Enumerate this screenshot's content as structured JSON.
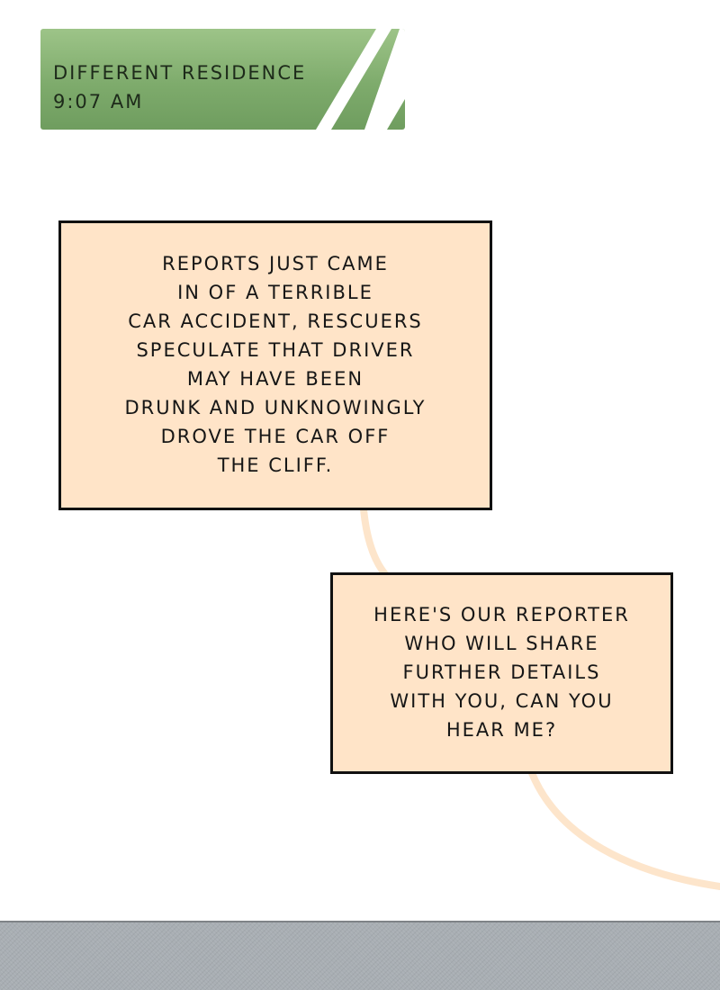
{
  "caption": {
    "lines": [
      "DIFFERENT RESIDENCE",
      "9:07 AM"
    ]
  },
  "bubbles": [
    {
      "lines": [
        "REPORTS JUST CAME",
        "IN OF A TERRIBLE",
        "CAR ACCIDENT, RESCUERS",
        "SPECULATE THAT DRIVER",
        "MAY HAVE BEEN",
        "DRUNK AND UNKNOWINGLY",
        "DROVE THE CAR OFF",
        "THE CLIFF."
      ]
    },
    {
      "lines": [
        "HERE'S OUR REPORTER",
        "WHO WILL SHARE",
        "FURTHER DETAILS",
        "WITH YOU, CAN YOU",
        "HEAR ME?"
      ]
    }
  ],
  "colors": {
    "caption_green": "#86b273",
    "bubble_fill": "#ffe4c8",
    "bubble_tail": "#fde5cb",
    "border": "#111111",
    "gray_band": "#a8aeb3"
  }
}
